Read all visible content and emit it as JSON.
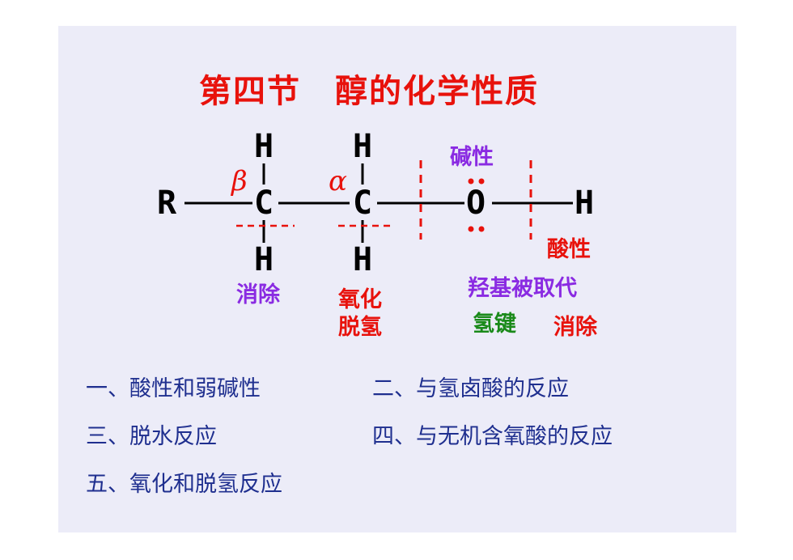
{
  "title": "第四节　醇的化学性质",
  "molecule": {
    "atoms": {
      "r": "R",
      "c1": "C",
      "c2": "C",
      "o": "O",
      "h": "H"
    },
    "h_top_1": "H",
    "h_top_2": "H",
    "h_bottom_1": "H",
    "h_bottom_2": "H",
    "beta": "β",
    "alpha": "α"
  },
  "labels": {
    "basicity": "碱性",
    "acidity": "酸性",
    "elimination_left": "消除",
    "oxidation": "氧化",
    "dehydrogenation": "脱氢",
    "hydroxyl_substitution": "羟基被取代",
    "hydrogen_bond": "氢键",
    "elimination_right": "消除"
  },
  "items": [
    "一、酸性和弱碱性",
    "二、与氢卤酸的反应",
    "三、脱水反应",
    "四、与无机含氧酸的反应",
    "五、氧化和脱氢反应"
  ],
  "colors": {
    "title": "#e8120c",
    "purple": "#8a2be2",
    "green": "#1a8a1a",
    "items": "#1f2f8f",
    "background": "#ececf8"
  }
}
